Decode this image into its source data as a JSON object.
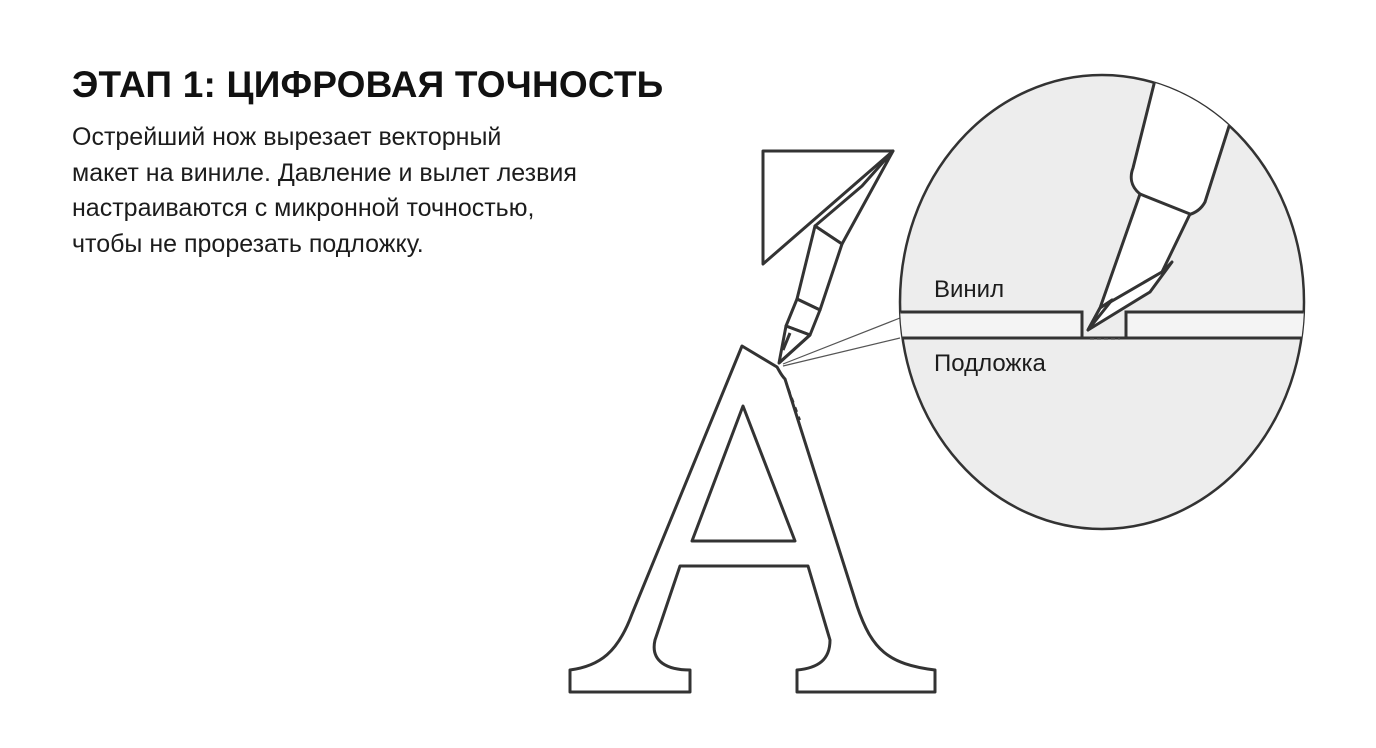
{
  "title": "ЭТАП 1: ЦИФРОВАЯ ТОЧНОСТЬ",
  "description": [
    "Острейший нож вырезает векторный",
    "макет на виниле. Давление и вылет лезвия",
    "настраиваются с микронной точностью,",
    "чтобы не прорезать подложку."
  ],
  "zoom": {
    "vinyl_label": "Винил",
    "backing_label": "Подложка"
  },
  "icons": [
    "letter-a-outline",
    "flag-triangle",
    "cutting-knife",
    "magnifier-circle"
  ],
  "colors": {
    "line": "#333333",
    "text": "#1c1c1c",
    "zoom_fill": "#ededed",
    "background": "#ffffff"
  }
}
